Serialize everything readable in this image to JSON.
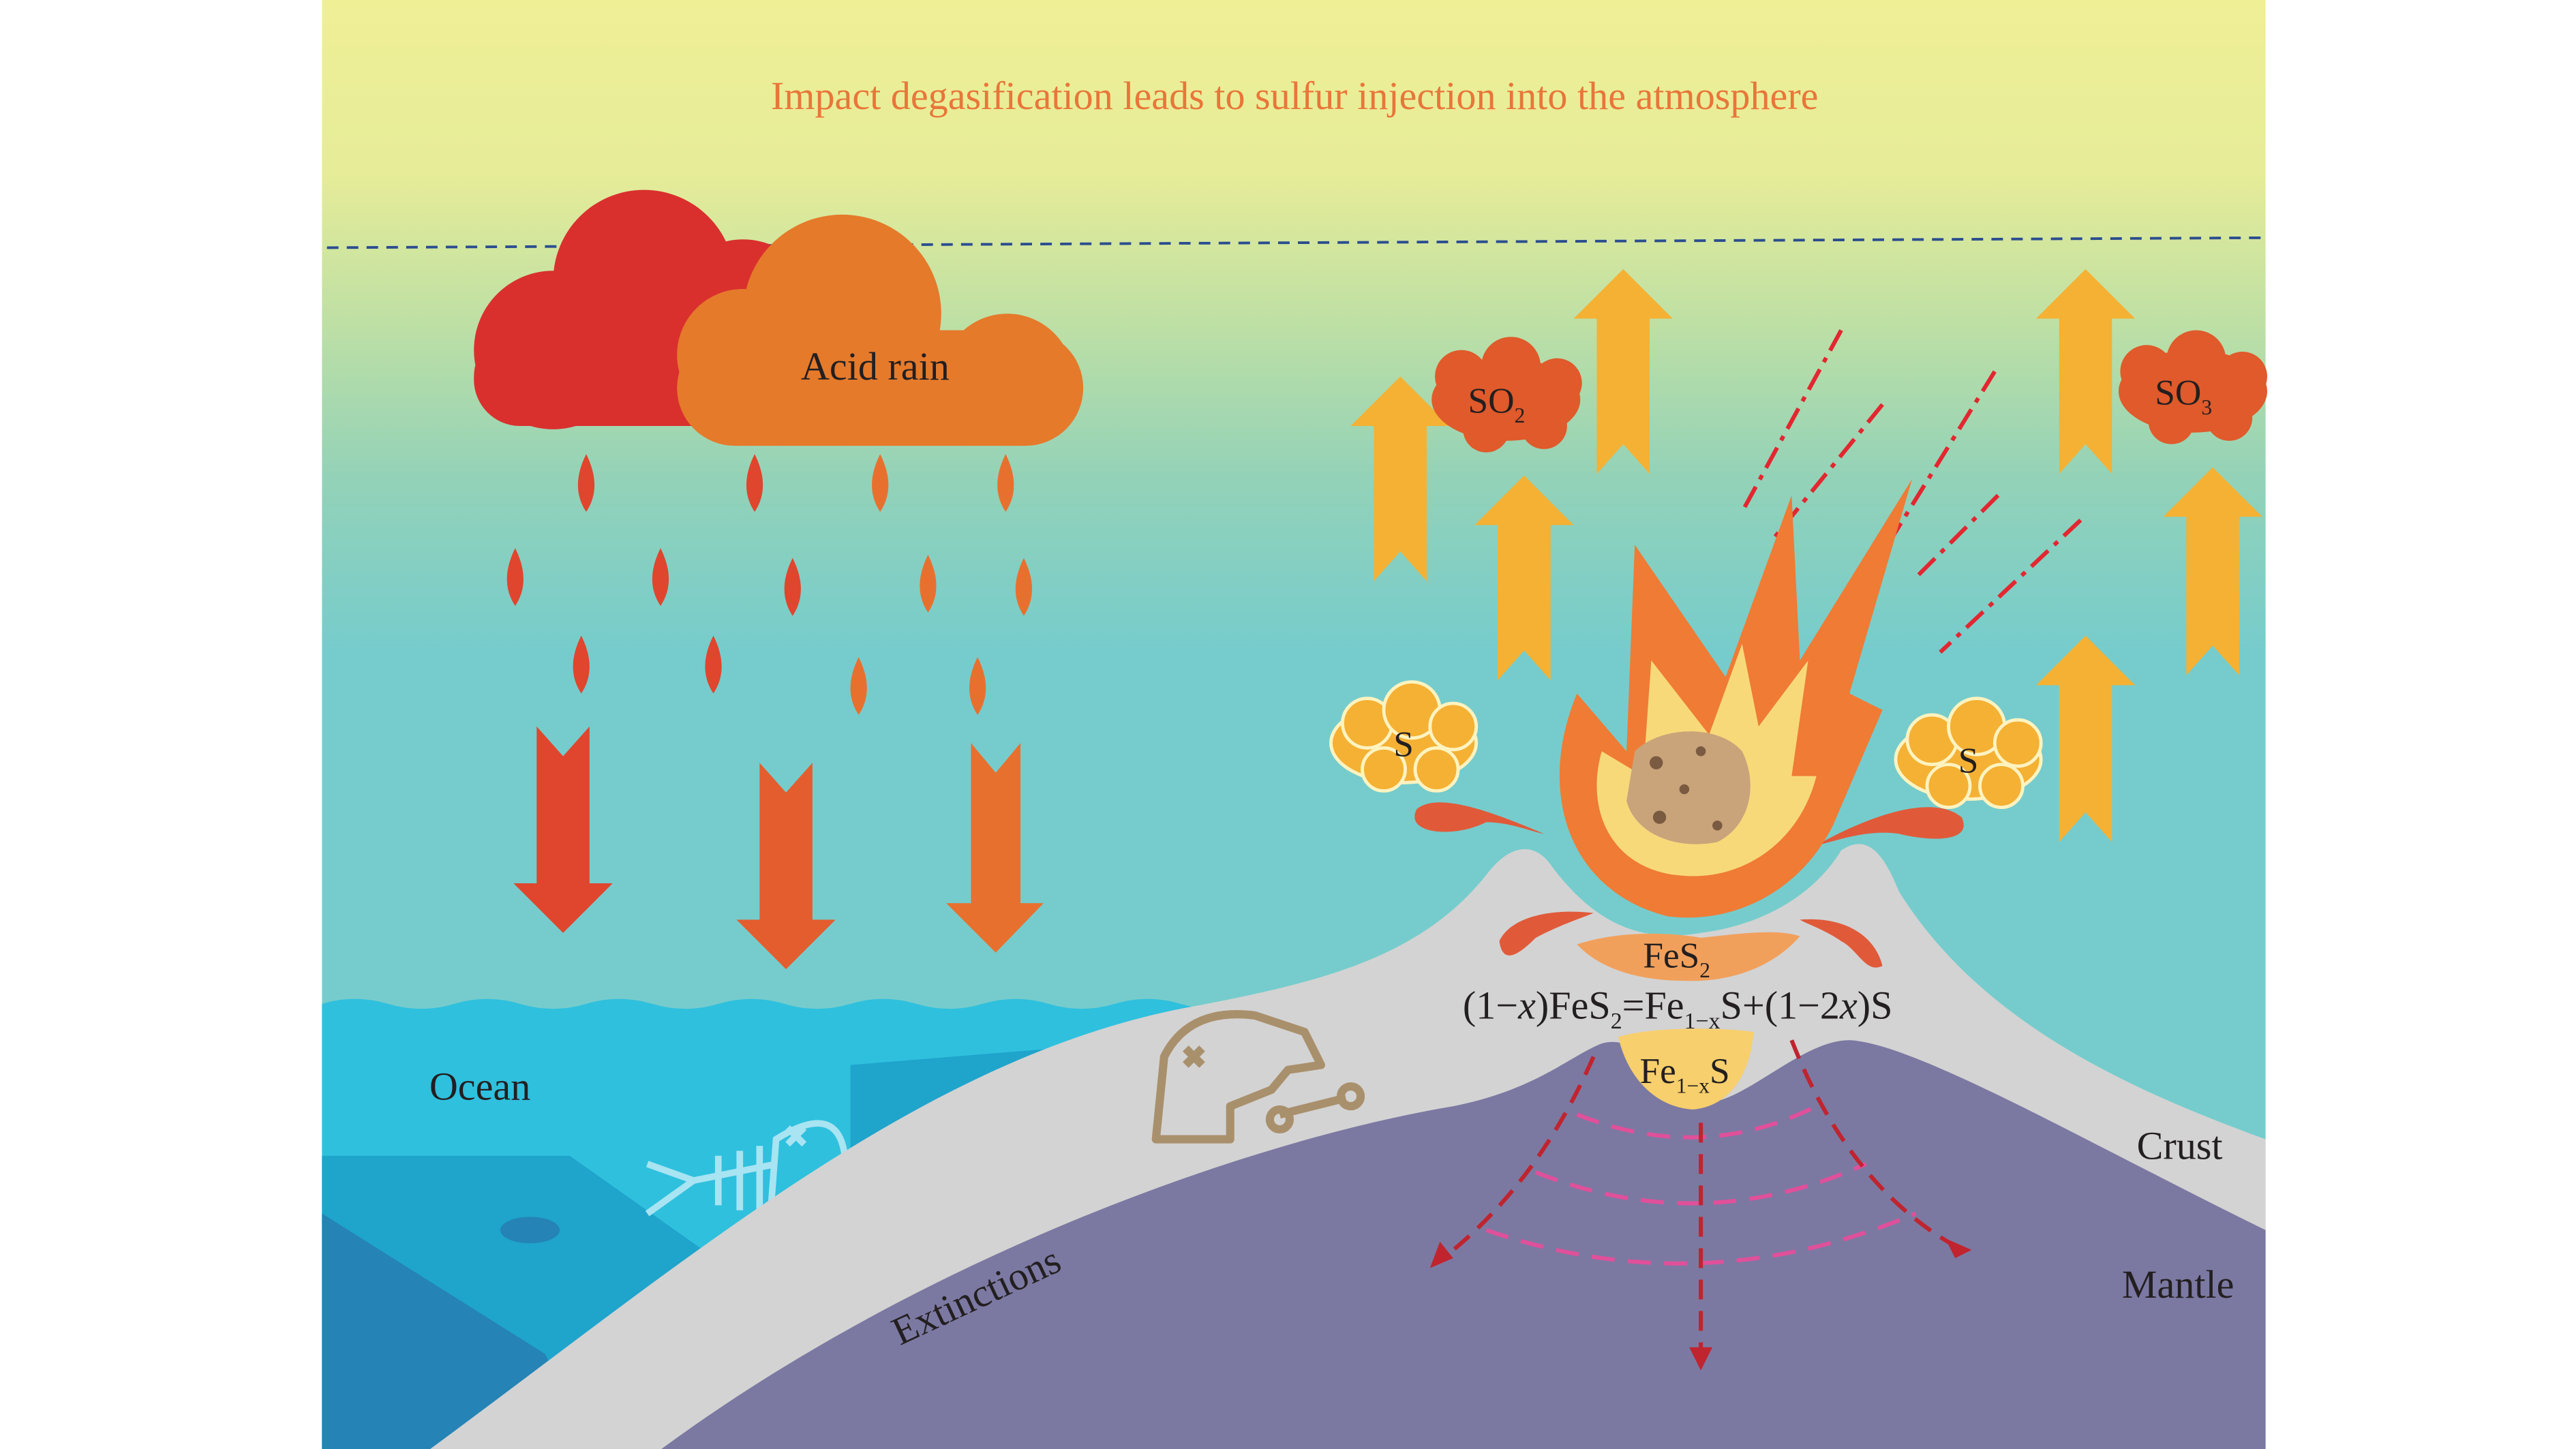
{
  "title": "Impact degasification leads to sulfur injection into the atmosphere",
  "cloud_label": "Acid rain",
  "gases": {
    "so2": {
      "base": "SO",
      "sub": "2"
    },
    "so3": {
      "base": "SO",
      "sub": "3"
    },
    "s_left": "S",
    "s_right": "S"
  },
  "minerals": {
    "fes2": {
      "base": "FeS",
      "sub": "2"
    },
    "fe1xs": {
      "base": "Fe",
      "sub": "1−x",
      "tail": "S"
    }
  },
  "equation": {
    "p1": "(1−",
    "x1": "x",
    "p2": ")FeS",
    "s1": "2",
    "p3": "=Fe",
    "s2": "1−x",
    "p4": "S+(1−2",
    "x2": "x",
    "p5": ")S"
  },
  "labels": {
    "ocean": "Ocean",
    "crust": "Crust",
    "mantle": "Mantle",
    "extinctions": "Extinctions"
  },
  "colors": {
    "title": "#e8763a",
    "arrow_up": "#f4b134",
    "crust": "#d3d3d3",
    "mantle": "#7b79a2",
    "ocean": "#2fc0de"
  }
}
